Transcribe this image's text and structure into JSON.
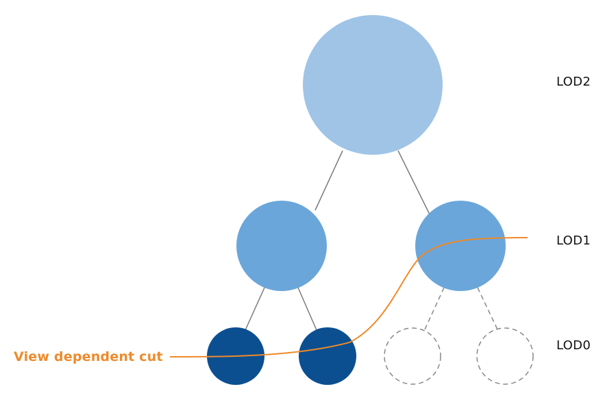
{
  "levels": {
    "lod2": "LOD2",
    "lod1": "LOD1",
    "lod0": "LOD0"
  },
  "cut": {
    "label": "View dependent cut"
  },
  "colors": {
    "lod2_fill": "#9fc4e6",
    "lod1_fill": "#6aa6da",
    "lod0_fill": "#0b4f91",
    "edge": "#7a7a7a",
    "dashed": "#888888",
    "cut": "#ee8a2a",
    "text": "#111111"
  }
}
